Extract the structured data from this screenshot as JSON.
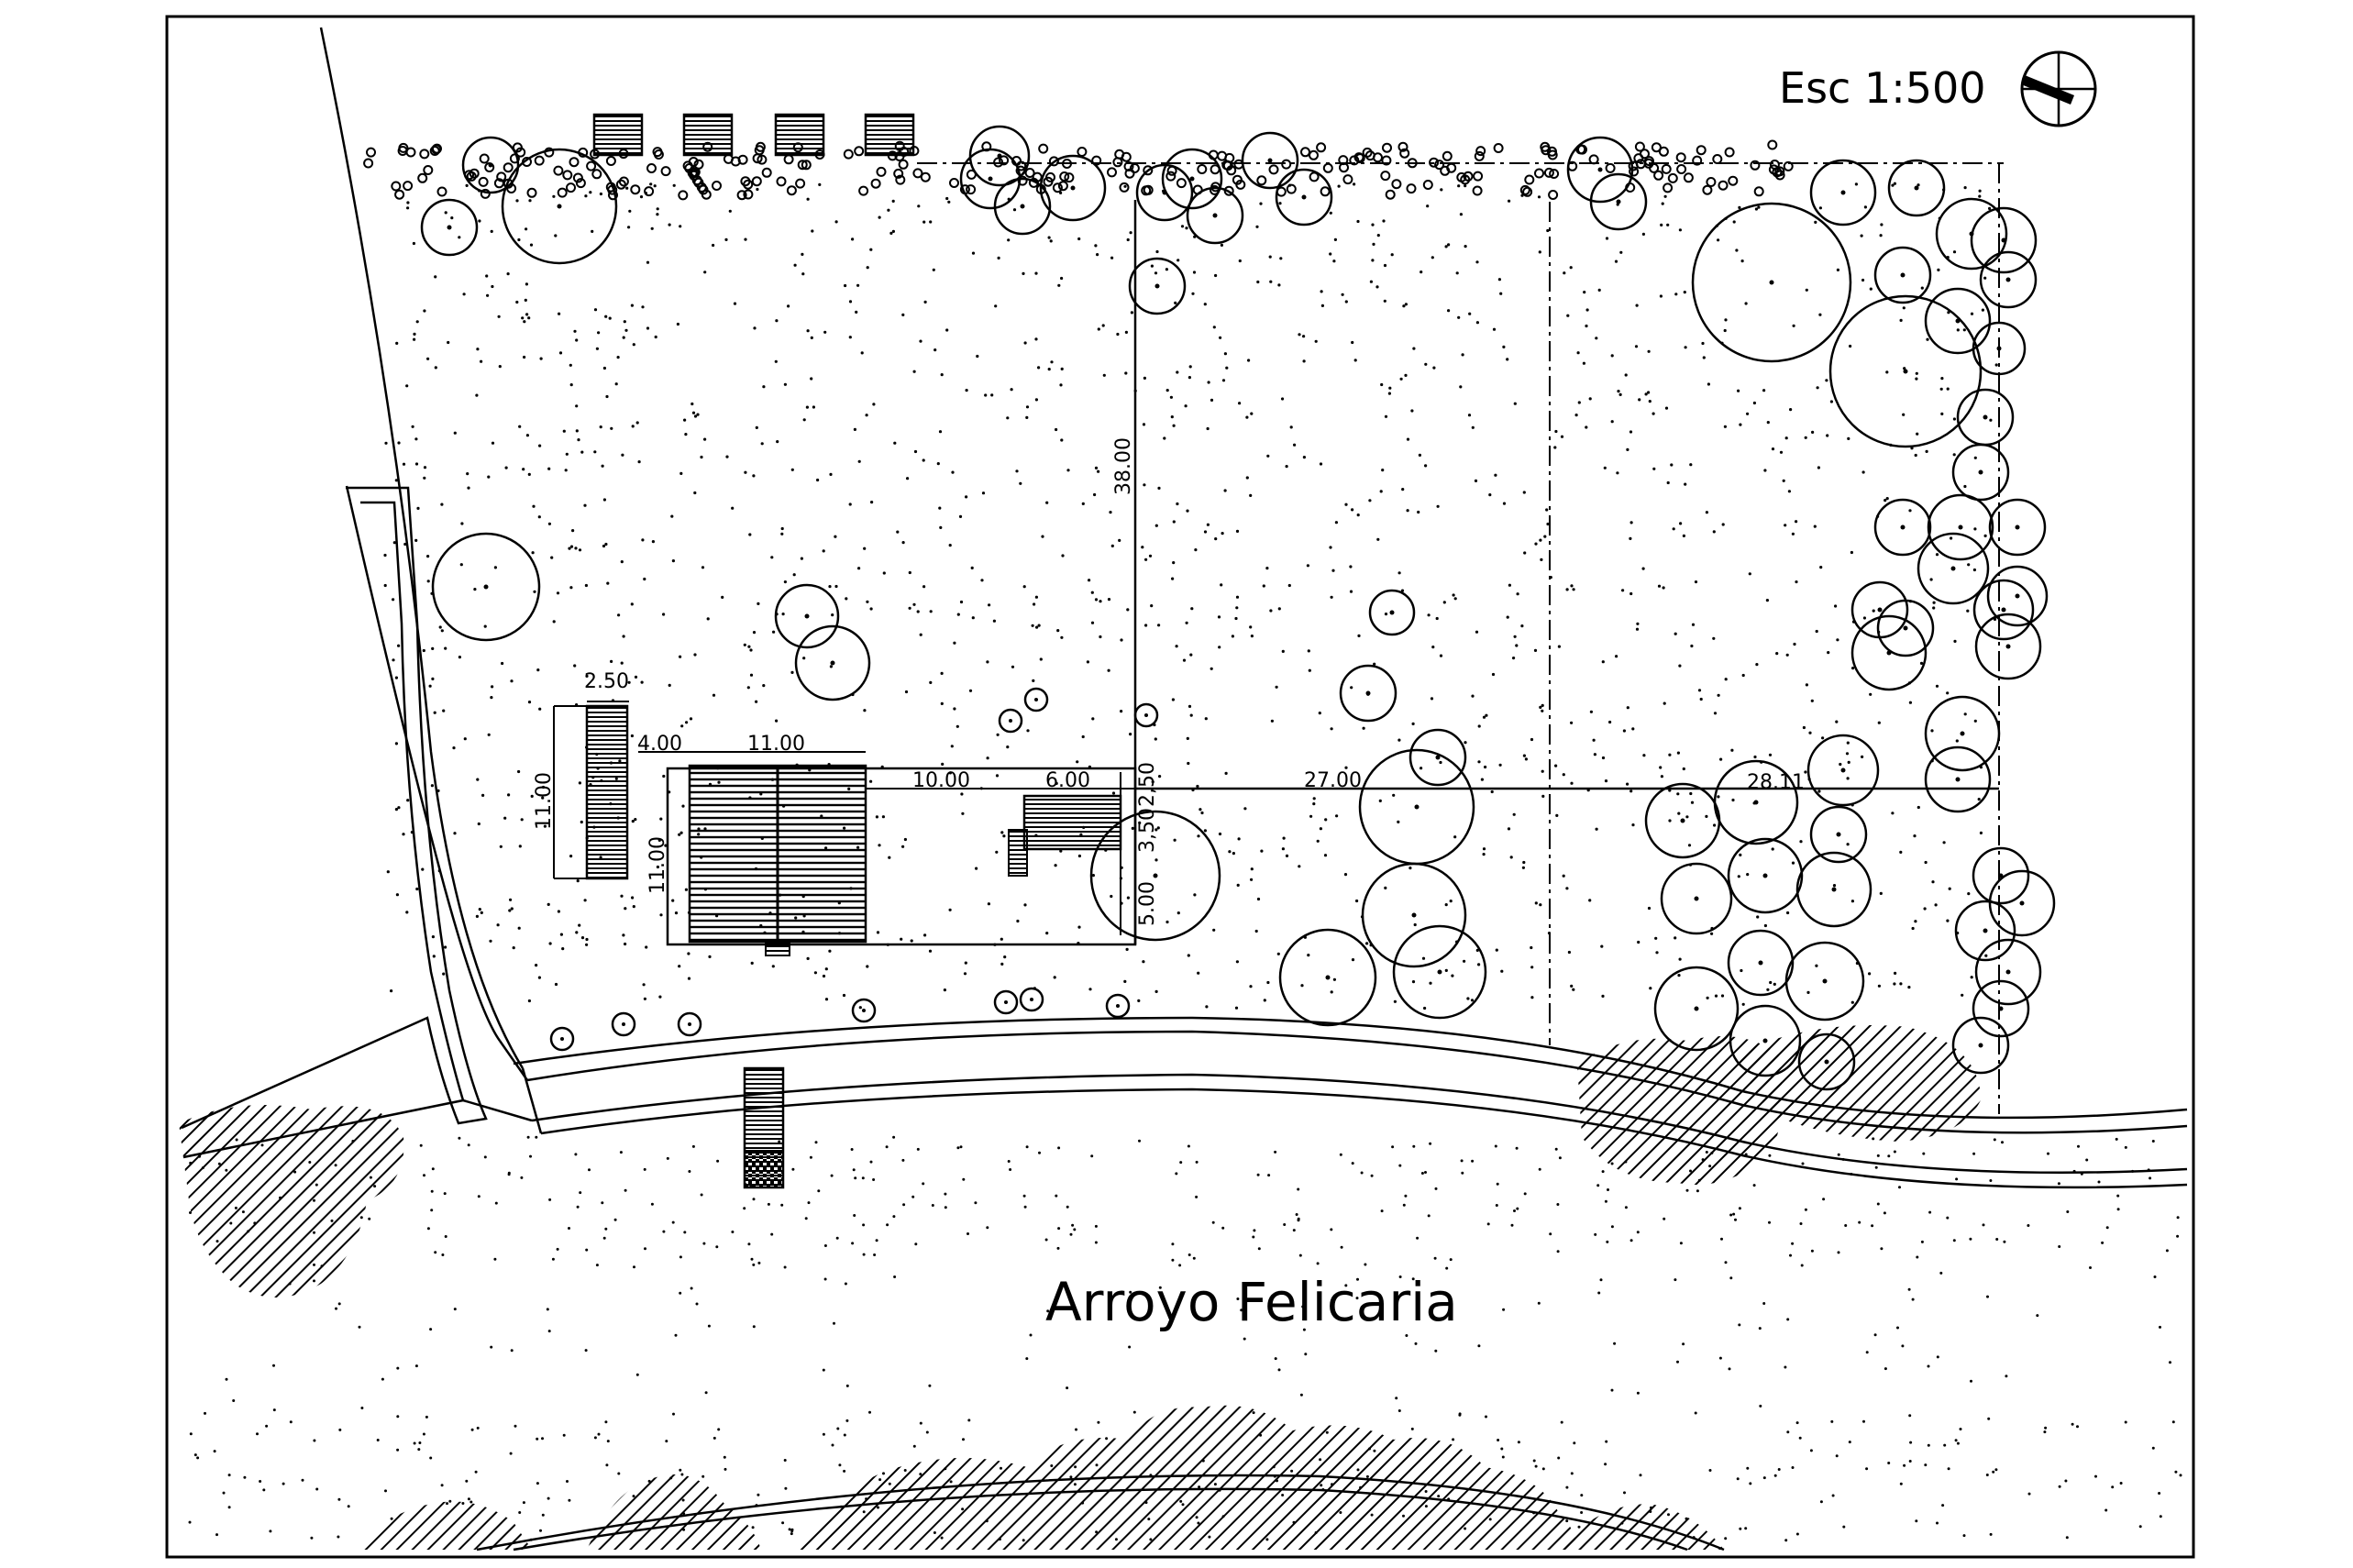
{
  "scale_label": "Esc 1:500",
  "water_label": "Arroyo Felicaria",
  "dimensions": {
    "dim_38": "38.00",
    "dim_27": "27.00",
    "dim_28": "28.11",
    "dim_10": "10.00",
    "dim_6": "6.00",
    "dim_2_5_top": "2,50",
    "dim_3_5": "3,50",
    "dim_5": "5.00",
    "dim_11_top": "11.00",
    "dim_4": "4.00",
    "dim_11_left": "11.00",
    "dim_11_house": "11.00",
    "dim_2_50": "2.50"
  }
}
